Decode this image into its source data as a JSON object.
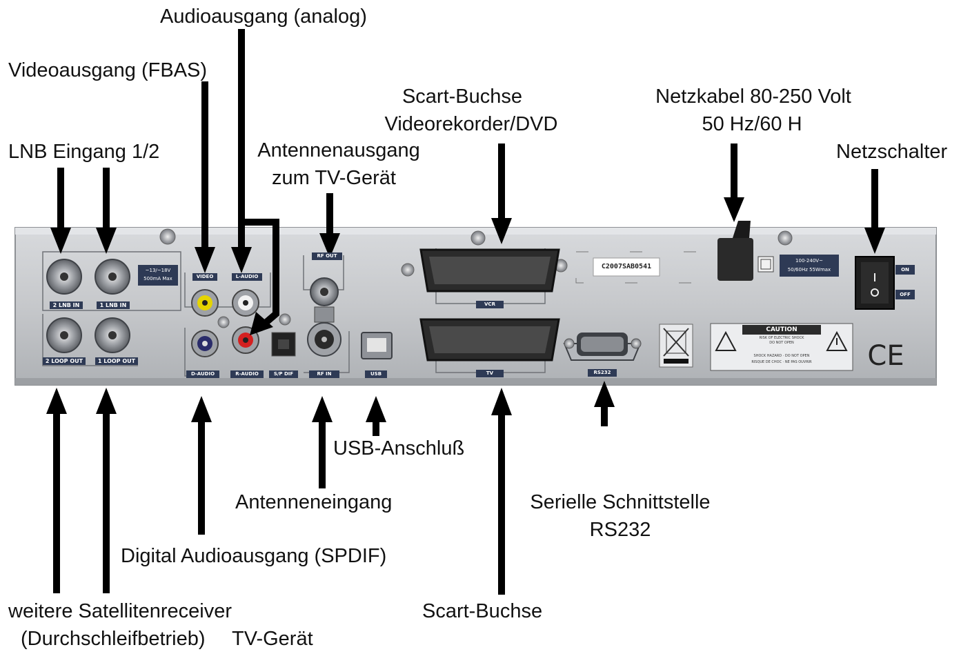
{
  "labels": {
    "audio_out": "Audioausgang (analog)",
    "video_out": "Videoausgang (FBAS)",
    "lnb_in": "LNB Eingang 1/2",
    "antenna_out_1": "Antennenausgang",
    "antenna_out_2": "zum TV-Gerät",
    "scart_vcr_1": "Scart-Buchse",
    "scart_vcr_2": "Videorekorder/DVD",
    "power_cable_1": "Netzkabel 80-250 Volt",
    "power_cable_2": "50 Hz/60 H",
    "power_switch": "Netzschalter",
    "usb": "USB-Anschluß",
    "antenna_in": "Antenneneingang",
    "serial_1": "Serielle Schnittstelle",
    "serial_2": "RS232",
    "spdif": "Digital Audioausgang (SPDIF)",
    "loop_1": "weitere Satellitenreceiver",
    "loop_2": "(Durchschleifbetrieb)",
    "scart_tv": "Scart-Buchse",
    "tv_device": "TV-Gerät"
  },
  "device": {
    "lnb2_in": "2 LNB IN",
    "lnb1_in": "1 LNB IN",
    "loop2_out": "2 LOOP OUT",
    "loop1_out": "1 LOOP OUT",
    "lnb_spec_1": "~13/~18V",
    "lnb_spec_2": "500mA Max",
    "video": "VIDEO",
    "l_audio": "L-AUDIO",
    "d_audio": "D-AUDIO",
    "r_audio": "R-AUDIO",
    "spdif": "S/P DIF",
    "rf_out": "RF OUT",
    "rf_in": "RF IN",
    "usb": "USB",
    "vcr": "VCR",
    "tv": "TV",
    "rs232": "RS232",
    "serial_no": "C2007SAB0541",
    "power_spec_1": "100-240V~",
    "power_spec_2": "50/60Hz 55Wmax",
    "on": "ON",
    "off": "OFF",
    "caution": "CAUTION",
    "caution_1": "RISK OF ELECTRIC SHOCK",
    "caution_2": "DO NOT OPEN",
    "caution_3": "SHOCK HAZARD · DO NOT OPEN",
    "caution_4": "RISQUE DE CHOC · NE PAS OUVRIR",
    "ce": "CE"
  },
  "colors": {
    "panel": "#c4c6c9",
    "panel_edge": "#8d9094",
    "label_plate": "#2e3a55",
    "arrow": "#000000"
  }
}
